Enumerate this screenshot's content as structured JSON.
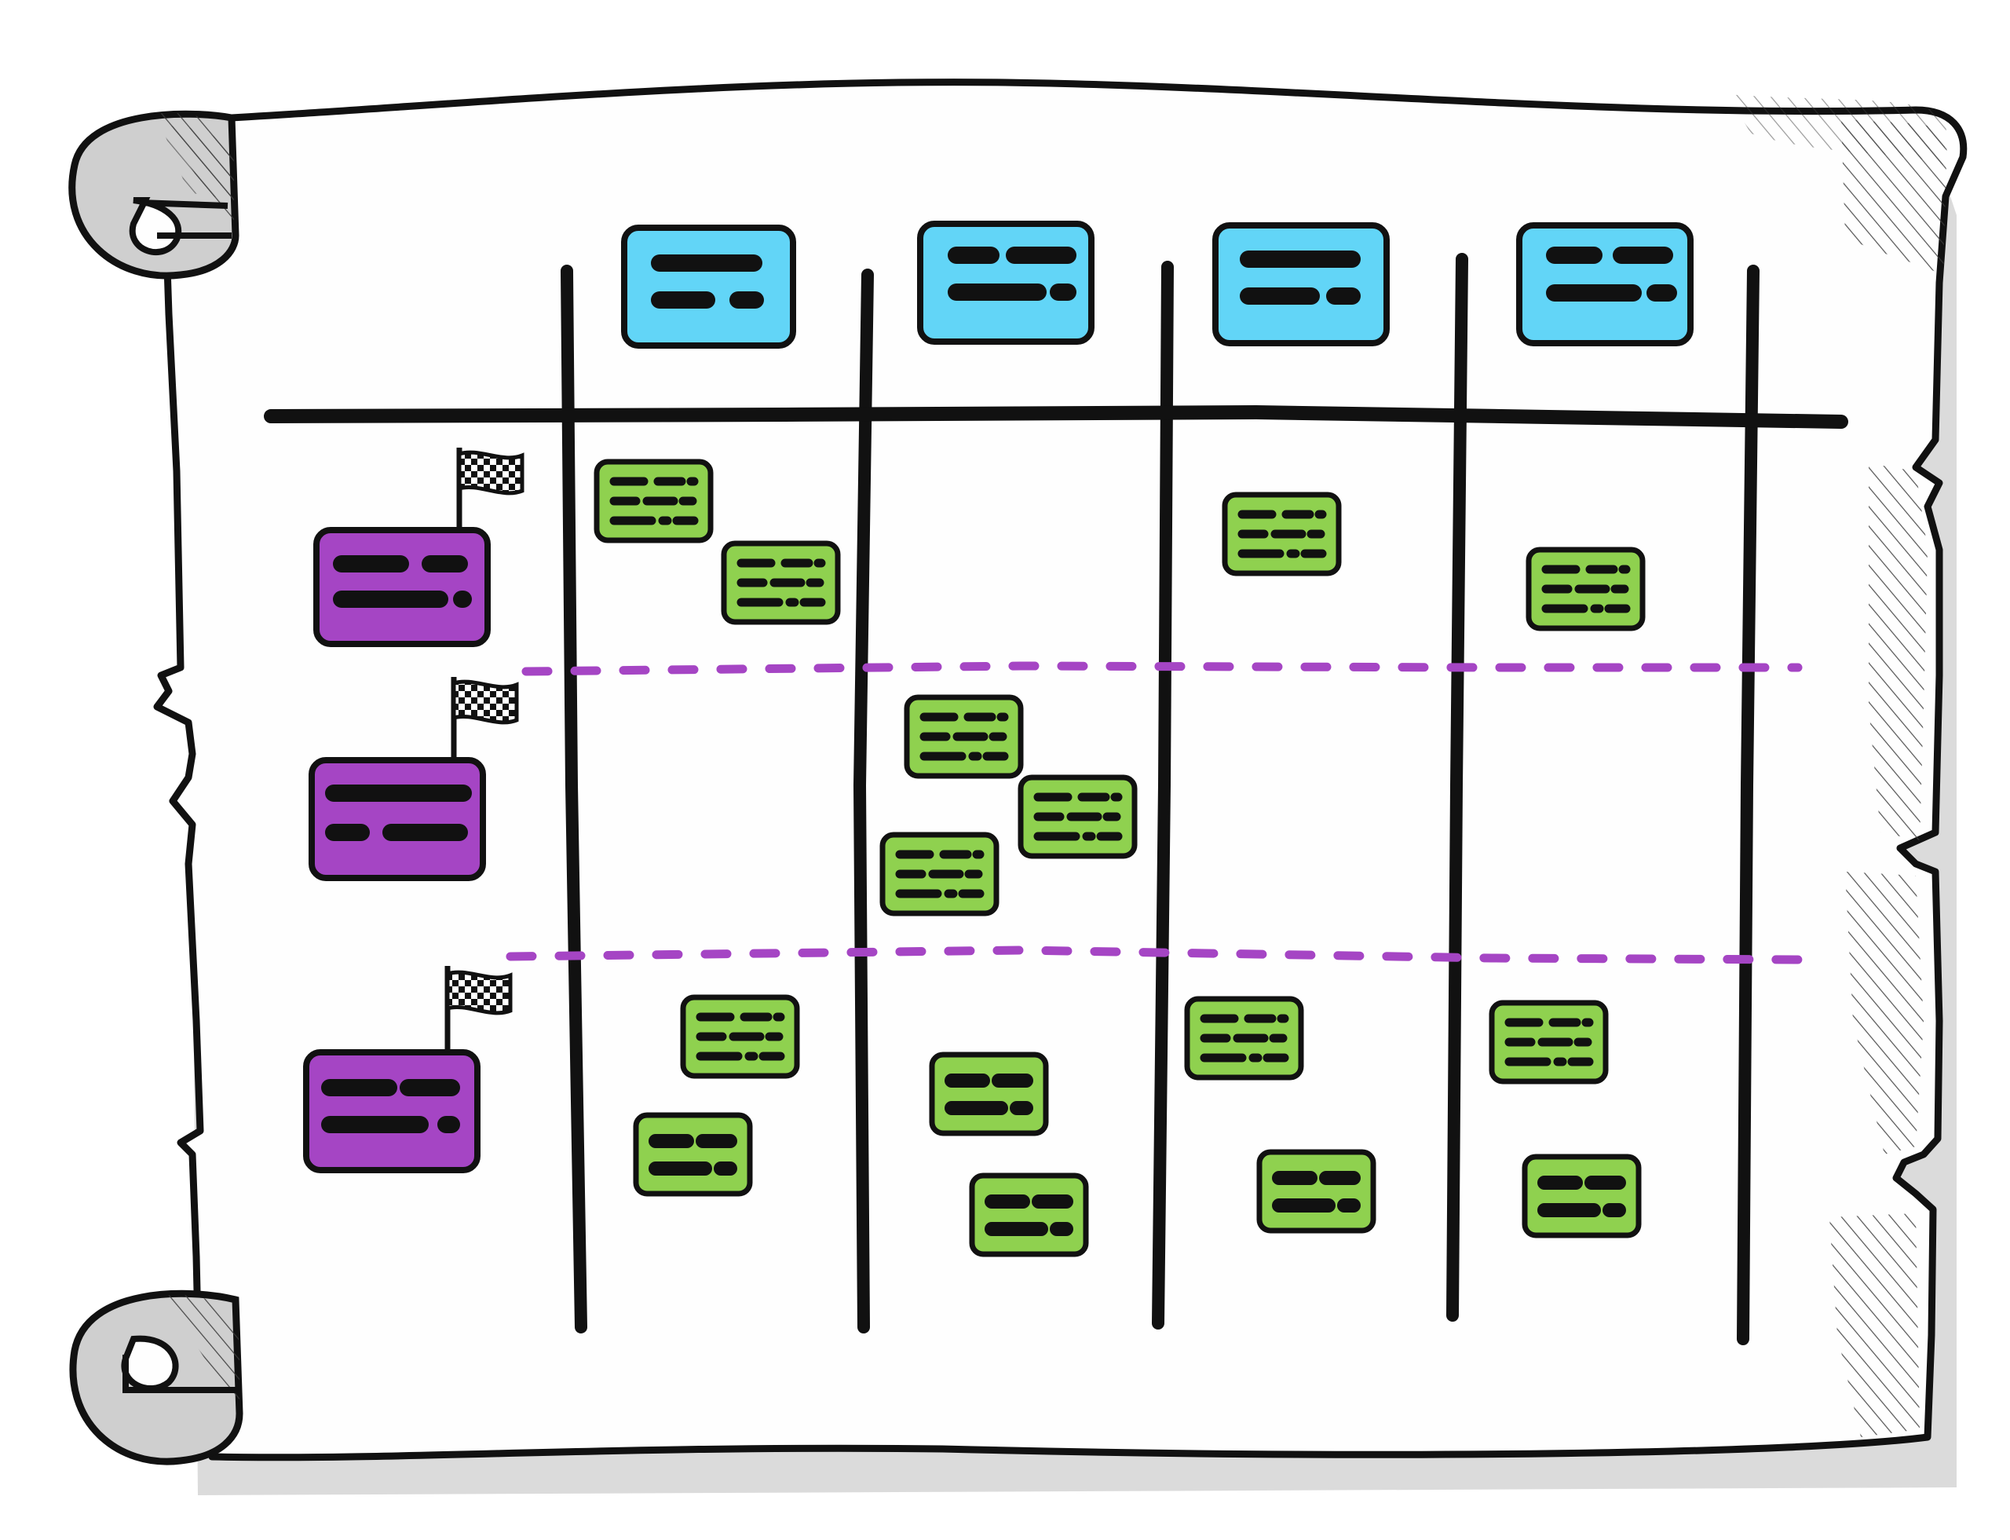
{
  "colors": {
    "paper": "#fefefe",
    "outline": "#111111",
    "roll_shade": "#c9c9c9",
    "hatch": "#2a2a2a",
    "header_card": "#62d5f7",
    "milestone_card": "#a545c4",
    "story_card": "#8fd14f",
    "release_line": "#a545c4",
    "text_bar": "#111111",
    "flag": "#111111"
  },
  "board": {
    "header_columns": 4,
    "release_rows": 3,
    "text_labels": []
  },
  "cards": {
    "header": [
      {
        "column": 1,
        "icon": "card-lines"
      },
      {
        "column": 2,
        "icon": "card-lines"
      },
      {
        "column": 3,
        "icon": "card-lines"
      },
      {
        "column": 4,
        "icon": "card-lines"
      }
    ],
    "milestone": [
      {
        "row": 1,
        "icon": "checkered-flag-icon"
      },
      {
        "row": 2,
        "icon": "checkered-flag-icon"
      },
      {
        "row": 3,
        "icon": "checkered-flag-icon"
      }
    ],
    "story_counts": {
      "row_1": [
        2,
        0,
        1,
        1
      ],
      "row_2": [
        0,
        3,
        0,
        0
      ],
      "row_3": [
        2,
        2,
        2,
        2
      ]
    }
  }
}
